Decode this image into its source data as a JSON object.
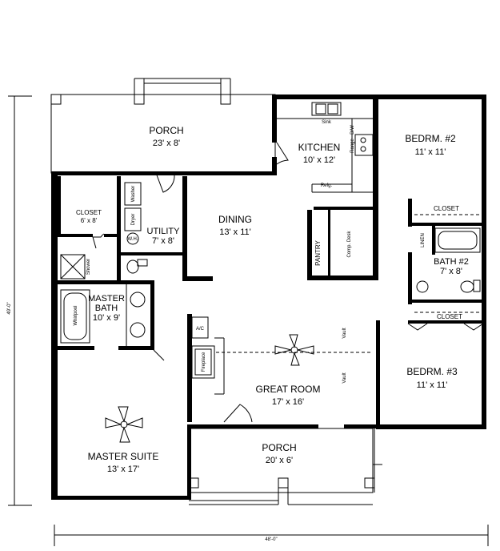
{
  "rooms": {
    "porch_top": {
      "name": "PORCH",
      "dim": "23' x 8'"
    },
    "kitchen": {
      "name": "KITCHEN",
      "dim": "10' x 12'"
    },
    "bedroom2": {
      "name": "BEDRM. #2",
      "dim": "11' x 11'"
    },
    "closet_left": {
      "name": "CLOSET",
      "dim": "6' x 8'"
    },
    "utility": {
      "name": "UTILITY",
      "dim": "7' x 8'"
    },
    "dining": {
      "name": "DINING",
      "dim": "13' x 11'"
    },
    "master_bath": {
      "name": "MASTER",
      "name2": "BATH",
      "dim": "10' x 9'"
    },
    "bath2": {
      "name": "BATH #2",
      "dim": "7' x 8'"
    },
    "great_room": {
      "name": "GREAT ROOM",
      "dim": "17' x 16'"
    },
    "bedroom3": {
      "name": "BEDRM. #3",
      "dim": "11' x 11'"
    },
    "master_suite": {
      "name": "MASTER SUITE",
      "dim": "13' x 17'"
    },
    "porch_bottom": {
      "name": "PORCH",
      "dim": "20' x 6'"
    }
  },
  "fixtures": {
    "closet_bed2": "CLOSET",
    "closet_bed3": "CLOSET",
    "pantry": "PANTRY",
    "comp_desk": "Comp. Desk",
    "sink": "Sink",
    "dw": "D/W",
    "range": "Range",
    "refg": "Refg.",
    "linen": "LINEN",
    "ac": "A/C",
    "whirlpool": "Whirlpool",
    "shower": "Shower",
    "washer": "Washer",
    "dryer": "Dryer",
    "wh": "W.H.",
    "vault1": "Vault",
    "vault2": "Vault",
    "fireplace": "Fireplace"
  },
  "dimensions": {
    "overall_width": "48'-0\"",
    "overall_depth": "49'-0\""
  }
}
